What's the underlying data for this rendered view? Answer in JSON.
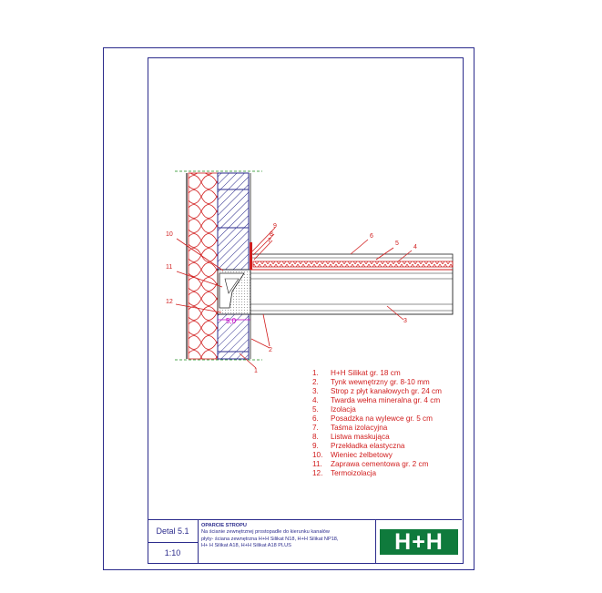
{
  "drawing": {
    "callouts": [
      "1",
      "2",
      "3",
      "4",
      "5",
      "6",
      "7",
      "8",
      "9",
      "10",
      "11",
      "12"
    ],
    "dimension_label": "5,0"
  },
  "legend": [
    {
      "num": "1.",
      "text": "H+H Silikat gr. 18 cm"
    },
    {
      "num": "2.",
      "text": "Tynk wewnętrzny gr. 8-10 mm"
    },
    {
      "num": "3.",
      "text": "Strop z płyt kanałowych gr. 24 cm"
    },
    {
      "num": "4.",
      "text": "Twarda wełna mineralna gr. 4 cm"
    },
    {
      "num": "5.",
      "text": "Izolacja"
    },
    {
      "num": "6.",
      "text": "Posadzka na wylewce gr. 5 cm"
    },
    {
      "num": "7.",
      "text": "Taśma izolacyjna"
    },
    {
      "num": "8.",
      "text": "Listwa maskująca"
    },
    {
      "num": "9.",
      "text": "Przekładka elastyczna"
    },
    {
      "num": "10.",
      "text": "Wieniec żelbetowy"
    },
    {
      "num": "11.",
      "text": "Zaprawa cementowa gr. 2 cm"
    },
    {
      "num": "12.",
      "text": "Termoizolacja"
    }
  ],
  "title_block": {
    "detail": "Detal 5.1",
    "scale": "1:10",
    "title": "OPARCIE STROPU",
    "desc_line1": "Na ścianie zewnętrznej prostopadle do kierunku kanałów",
    "desc_line2": "płyty- ściana zewnętrzna H+H Silikat N18, H+H Silikat NP18,",
    "desc_line3": "H+ H Silikat A18, H+H Silikat A18 PLUS",
    "logo": "H+H"
  },
  "colors": {
    "frame": "#2b2b8c",
    "annotation": "#d11d1d",
    "logo_bg": "#0f7a3c",
    "masonry_hatch": "#2b2b8c",
    "dimension": "#cc00cc",
    "axis": "#1a8a1a"
  }
}
